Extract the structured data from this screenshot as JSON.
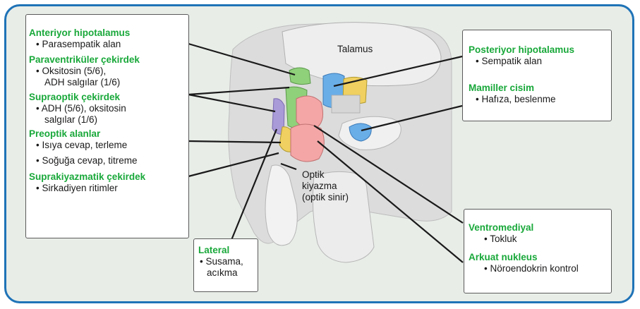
{
  "colors": {
    "frame": "#1f73b7",
    "heading": "#19a83a",
    "green_nucleus": "#8fd07a",
    "blue_nucleus": "#6aaee8",
    "pink_nucleus": "#f4a6a6",
    "yellow_nucleus": "#f0d060",
    "purple_nucleus": "#a99ad8"
  },
  "left_box": {
    "anterior": {
      "title": "Anteriyor hipotalamus",
      "item": "• Parasempatik alan"
    },
    "paraventricular": {
      "title": "Paraventriküler çekirdek",
      "item1": "• Oksitosin (5/6),",
      "item2": "ADH salgılar (1/6)"
    },
    "supraoptic": {
      "title": "Supraoptik çekirdek",
      "item1": "• ADH (5/6), oksitosin",
      "item2": "salgılar (1/6)"
    },
    "preoptic": {
      "title": "Preoptik alanlar",
      "item1": "• Isıya cevap, terleme",
      "item2": "• Soğuğa cevap, titreme"
    },
    "suprachiasmatic": {
      "title": "Suprakiyazmatik çekirdek",
      "item": "• Sirkadiyen ritimler"
    }
  },
  "right_top_box": {
    "posterior": {
      "title": "Posteriyor hipotalamus",
      "item": "• Sempatik alan"
    },
    "mammillary": {
      "title": "Mamiller cisim",
      "item": "• Hafıza, beslenme"
    }
  },
  "lateral_box": {
    "title": "Lateral",
    "item1": "• Susama,",
    "item2": "acıkma"
  },
  "right_bottom_box": {
    "ventromedial": {
      "title": "Ventromediyal",
      "item": "• Tokluk"
    },
    "arcuate": {
      "title": "Arkuat nukleus",
      "item": "• Nöroendokrin kontrol"
    }
  },
  "labels": {
    "thalamus": "Talamus",
    "optic1": "Optik",
    "optic2": "kiyazma",
    "optic3": "(optik sinir)"
  }
}
